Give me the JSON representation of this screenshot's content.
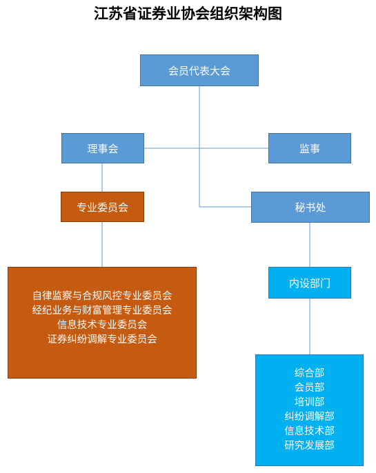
{
  "title": "江苏省证券业协会组织架构图",
  "nodes": {
    "assembly": "会员代表大会",
    "council": "理事会",
    "supervisor": "监事",
    "committee": "专业委员会",
    "secretariat": "秘书处",
    "internal_dept": "内设部门"
  },
  "committees": [
    "自律监察与合规风控专业委员会",
    "经纪业务与财富管理专业委员会",
    "信息技术专业委员会",
    "证券纠纷调解专业委员会"
  ],
  "departments": [
    "综合部",
    "会员部",
    "培训部",
    "纠纷调解部",
    "信息技术部",
    "研究发展部"
  ]
}
